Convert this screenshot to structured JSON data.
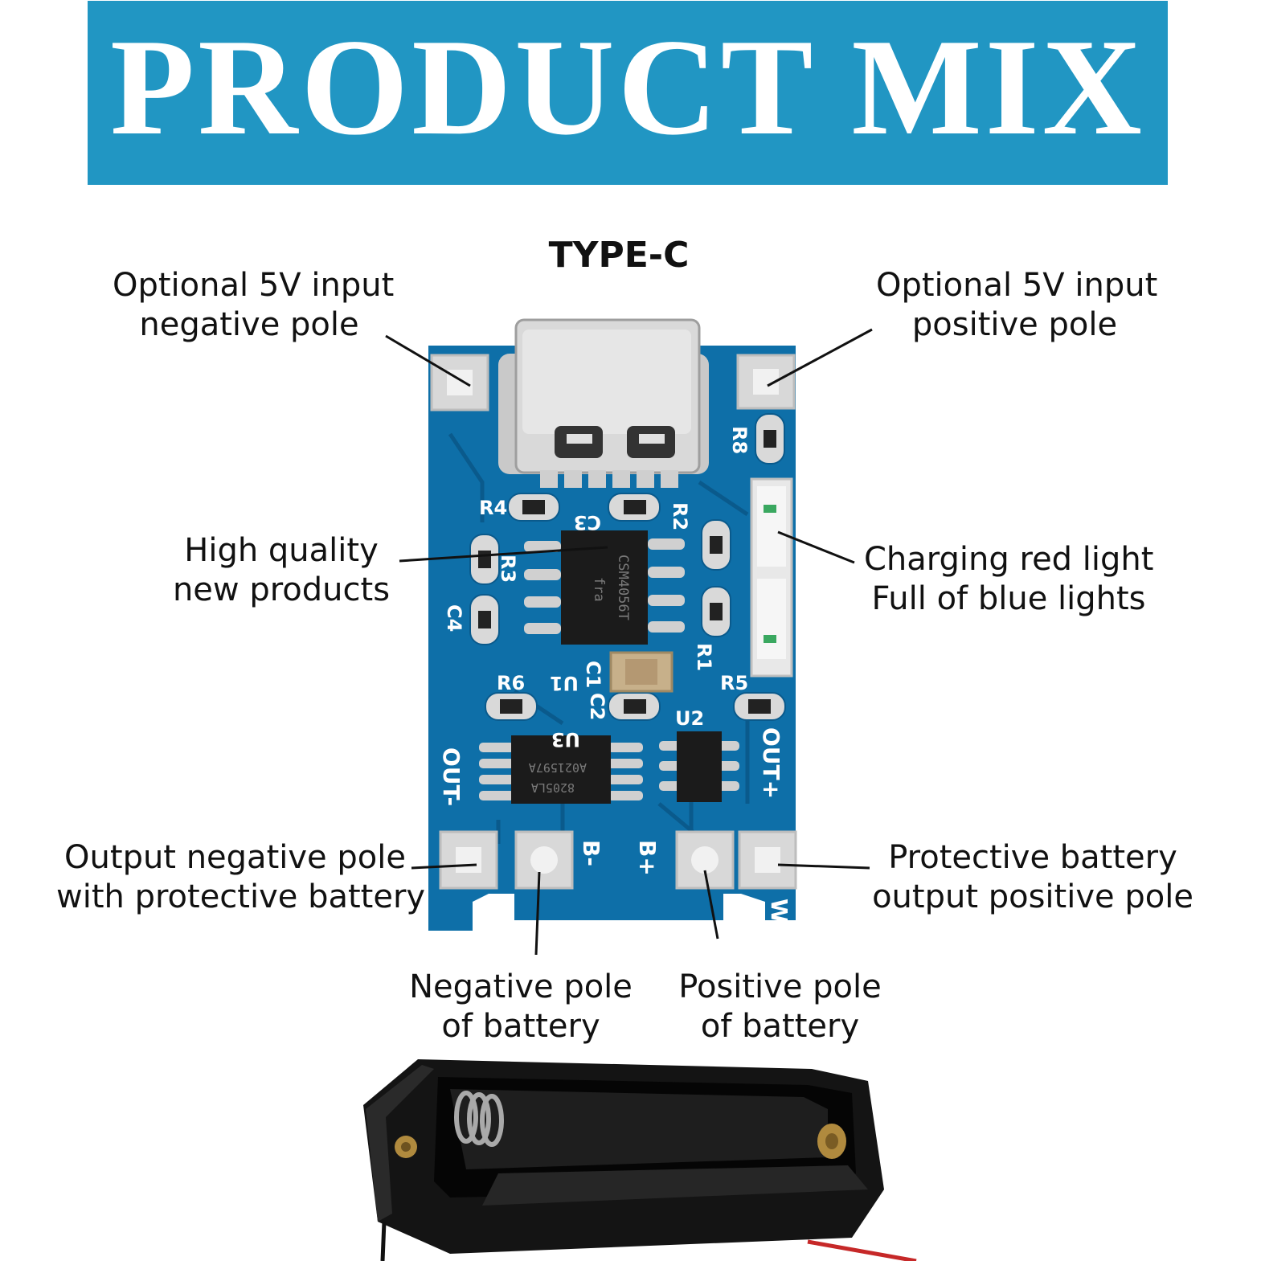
{
  "banner": {
    "title": "PRODUCT MIX"
  },
  "connector_label": "TYPE-C",
  "callouts": {
    "input_negative": [
      "Optional 5V input",
      "negative pole"
    ],
    "input_positive": [
      "Optional 5V input",
      "positive pole"
    ],
    "quality": [
      "High quality",
      "new products"
    ],
    "lights": [
      "Charging red light",
      "Full of blue lights"
    ],
    "output_negative": [
      "Output negative pole",
      "with protective battery"
    ],
    "output_positive": [
      "Protective battery",
      "output positive pole"
    ],
    "battery_negative": [
      "Negative pole",
      "of battery"
    ],
    "battery_positive": [
      "Positive pole",
      "of battery"
    ]
  },
  "board": {
    "color": "#0e6fa8",
    "silkscreen": [
      "R8",
      "R4",
      "C3",
      "R2",
      "R3",
      "C4",
      "R1",
      "U1",
      "C1",
      "R6",
      "R5",
      "C2",
      "U3",
      "U2",
      "OUT-",
      "OUT+",
      "B-",
      "B+",
      "W"
    ],
    "chip_main": [
      "CSM4056T",
      "fra"
    ],
    "chip_protect": [
      "8205LA",
      "A021597A"
    ]
  },
  "colors": {
    "banner": "#2196c3",
    "text": "#111111"
  }
}
